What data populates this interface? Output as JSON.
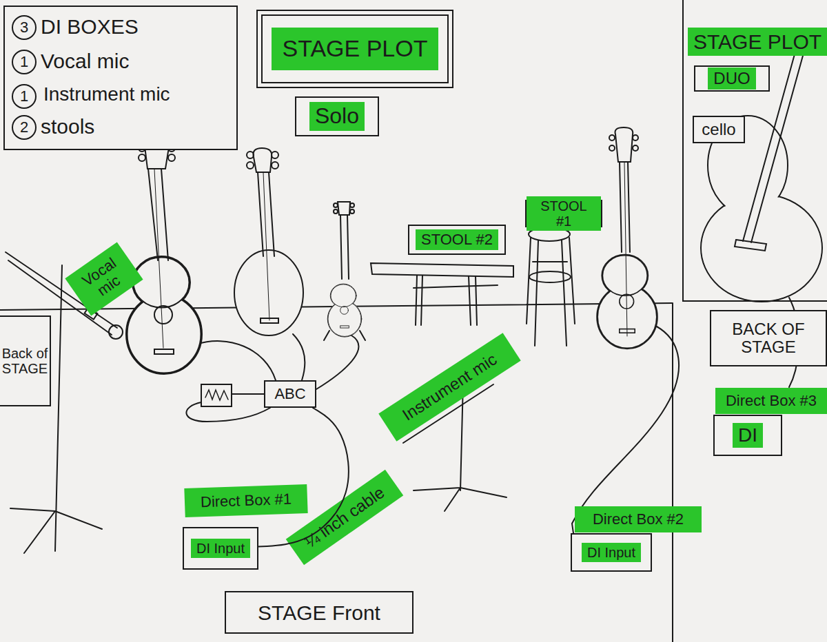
{
  "diagram": {
    "nodes": [
      {
        "text": [
          "DI BOXES",
          "Vocal mic",
          "Instrument mic",
          "stools"
        ]
      },
      {
        "text": [
          "3"
        ],
        "in": 0
      },
      {
        "text": [
          "1"
        ],
        "in": 0
      },
      {
        "text": [
          "1"
        ],
        "in": 0
      },
      {
        "text": [
          "2"
        ],
        "in": 0
      },
      {
        "text": [
          "STAGE PLOT"
        ]
      },
      {
        "text": [
          "Solo"
        ]
      },
      {
        "text": [
          "STAGE PLOT"
        ]
      },
      {
        "text": [
          "DUO"
        ],
        "in": 7
      },
      {
        "text": [
          "cello"
        ],
        "in": 7
      },
      {
        "text": [
          "STOOL #1"
        ]
      },
      {
        "text": [
          "STOOL #2"
        ]
      },
      {
        "text": [
          "Vocal mic"
        ]
      },
      {
        "text": [
          "BACK OF STAGE"
        ]
      },
      {
        "text": [
          "Back of STAGE"
        ]
      },
      {
        "text": [
          "ABC"
        ]
      },
      {
        "text": [
          "Instrument mic"
        ]
      },
      {
        "text": [
          "Direct Box #3"
        ]
      },
      {
        "text": [
          "DI"
        ]
      },
      {
        "text": [
          "Direct Box #1"
        ]
      },
      {
        "text": [
          "¼ inch cable"
        ]
      },
      {
        "text": [
          "Direct Box #2"
        ]
      },
      {
        "text": [
          "DI Input"
        ]
      },
      {
        "text": [
          "DI Input"
        ]
      },
      {
        "text": [
          "STAGE Front"
        ]
      }
    ],
    "edges": [
      {
        "from": 15,
        "to": 22,
        "arrow": "none"
      }
    ]
  }
}
